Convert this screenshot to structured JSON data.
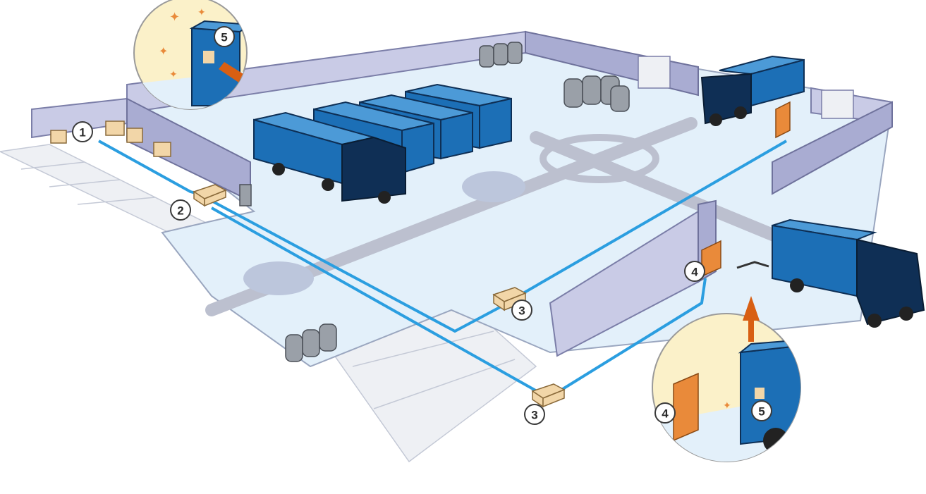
{
  "diagram": {
    "markers": [
      {
        "id": "m1",
        "label": "1"
      },
      {
        "id": "m2",
        "label": "2"
      },
      {
        "id": "m3a",
        "label": "3"
      },
      {
        "id": "m3b",
        "label": "3"
      },
      {
        "id": "m4",
        "label": "4"
      },
      {
        "id": "m5-top",
        "label": "5"
      },
      {
        "id": "m4-zoom",
        "label": "4"
      },
      {
        "id": "m5-zoom",
        "label": "5"
      }
    ],
    "colors": {
      "cable": "#2b9ee0",
      "truck": "#1c6fb6",
      "wall": "#c9cbe6",
      "floor": "#e3f0fa",
      "reader": "#e98a3a",
      "arrow": "#d85f13"
    },
    "icons": [
      "truck-icon",
      "rfid-reader-icon",
      "barrel-stack-icon",
      "network-device-icon",
      "forklift-icon"
    ]
  }
}
